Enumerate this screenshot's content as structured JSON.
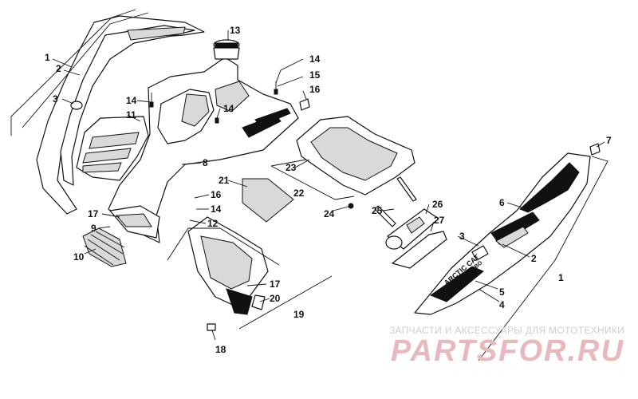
{
  "diagram": {
    "callouts": [
      {
        "id": "c1a",
        "text": "1"
      },
      {
        "id": "c2a",
        "text": "2"
      },
      {
        "id": "c3a",
        "text": "3"
      },
      {
        "id": "c13",
        "text": "13"
      },
      {
        "id": "c14a",
        "text": "14"
      },
      {
        "id": "c15",
        "text": "15"
      },
      {
        "id": "c16a",
        "text": "16"
      },
      {
        "id": "c14b",
        "text": "14"
      },
      {
        "id": "c14c",
        "text": "14"
      },
      {
        "id": "c11",
        "text": "11"
      },
      {
        "id": "c8",
        "text": "8"
      },
      {
        "id": "c7",
        "text": "7"
      },
      {
        "id": "c6",
        "text": "6"
      },
      {
        "id": "c23",
        "text": "23"
      },
      {
        "id": "c22",
        "text": "22"
      },
      {
        "id": "c21",
        "text": "21"
      },
      {
        "id": "c16b",
        "text": "16"
      },
      {
        "id": "c14d",
        "text": "14"
      },
      {
        "id": "c12",
        "text": "12"
      },
      {
        "id": "c17a",
        "text": "17"
      },
      {
        "id": "c9",
        "text": "9"
      },
      {
        "id": "c10",
        "text": "10"
      },
      {
        "id": "c24",
        "text": "24"
      },
      {
        "id": "c25",
        "text": "25"
      },
      {
        "id": "c26",
        "text": "26"
      },
      {
        "id": "c27",
        "text": "27"
      },
      {
        "id": "c3b",
        "text": "3"
      },
      {
        "id": "c2b",
        "text": "2"
      },
      {
        "id": "c1b",
        "text": "1"
      },
      {
        "id": "c5",
        "text": "5"
      },
      {
        "id": "c4",
        "text": "4"
      },
      {
        "id": "c17b",
        "text": "17"
      },
      {
        "id": "c20",
        "text": "20"
      },
      {
        "id": "c19",
        "text": "19"
      },
      {
        "id": "c18",
        "text": "18"
      }
    ],
    "decal_text": "ARCTIC CAT",
    "decal_subtext": "TURBO"
  },
  "watermark": {
    "tagline": "ЗАПЧАСТИ И АКСЕССУАРЫ ДЛЯ МОТОТЕХНИКИ",
    "brand": "PARTSFOR.RU",
    "color": "#e9b8bd"
  }
}
